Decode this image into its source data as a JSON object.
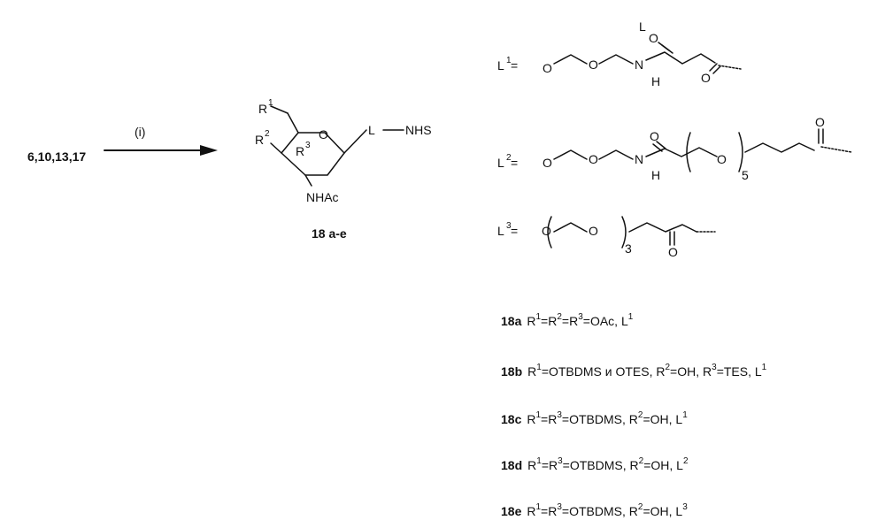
{
  "reaction": {
    "starting_materials": "6,10,13,17",
    "conditions": "(i)"
  },
  "product": {
    "label": "18 a-e",
    "substituents": {
      "r1": "R",
      "r1_sup": "1",
      "r2": "R",
      "r2_sup": "2",
      "r3": "R",
      "r3_sup": "3"
    },
    "nhac": "NHAc",
    "linker": "L",
    "nhs": "NHS",
    "ring_oxygen": "O"
  },
  "linkers": {
    "header": "L",
    "l1": {
      "name": "L",
      "sup": "1",
      "eq": "=",
      "atoms": [
        "O",
        "O",
        "N",
        "H",
        "O",
        "O"
      ]
    },
    "l2": {
      "name": "L",
      "sup": "2",
      "eq": "=",
      "atoms": [
        "O",
        "O",
        "N",
        "H",
        "O",
        "O",
        "O"
      ],
      "repeat": "5"
    },
    "l3": {
      "name": "L",
      "sup": "3",
      "eq": "=",
      "atoms": [
        "O",
        "O",
        "O"
      ],
      "repeat": "3"
    }
  },
  "compounds": [
    {
      "id": "18a",
      "parts": [
        "R",
        "1",
        "=R",
        "2",
        "=R",
        "3",
        "=OAc, L",
        "1"
      ]
    },
    {
      "id": "18b",
      "parts": [
        "R",
        "1",
        "=OTBDMS  и  OTES, R",
        "2",
        "=OH, R",
        "3",
        "=TES, L",
        "1"
      ]
    },
    {
      "id": "18c",
      "parts": [
        "R",
        "1",
        "=R",
        "3",
        "=OTBDMS, R",
        "2",
        "=OH, L",
        "1"
      ]
    },
    {
      "id": "18d",
      "parts": [
        "R",
        "1",
        "=R",
        "3",
        "=OTBDMS, R",
        "2",
        "=OH, L",
        "2"
      ]
    },
    {
      "id": "18e",
      "parts": [
        "R",
        "1",
        "=R",
        "3",
        "=OTBDMS, R",
        "2",
        "=OH, L",
        "3"
      ]
    }
  ]
}
